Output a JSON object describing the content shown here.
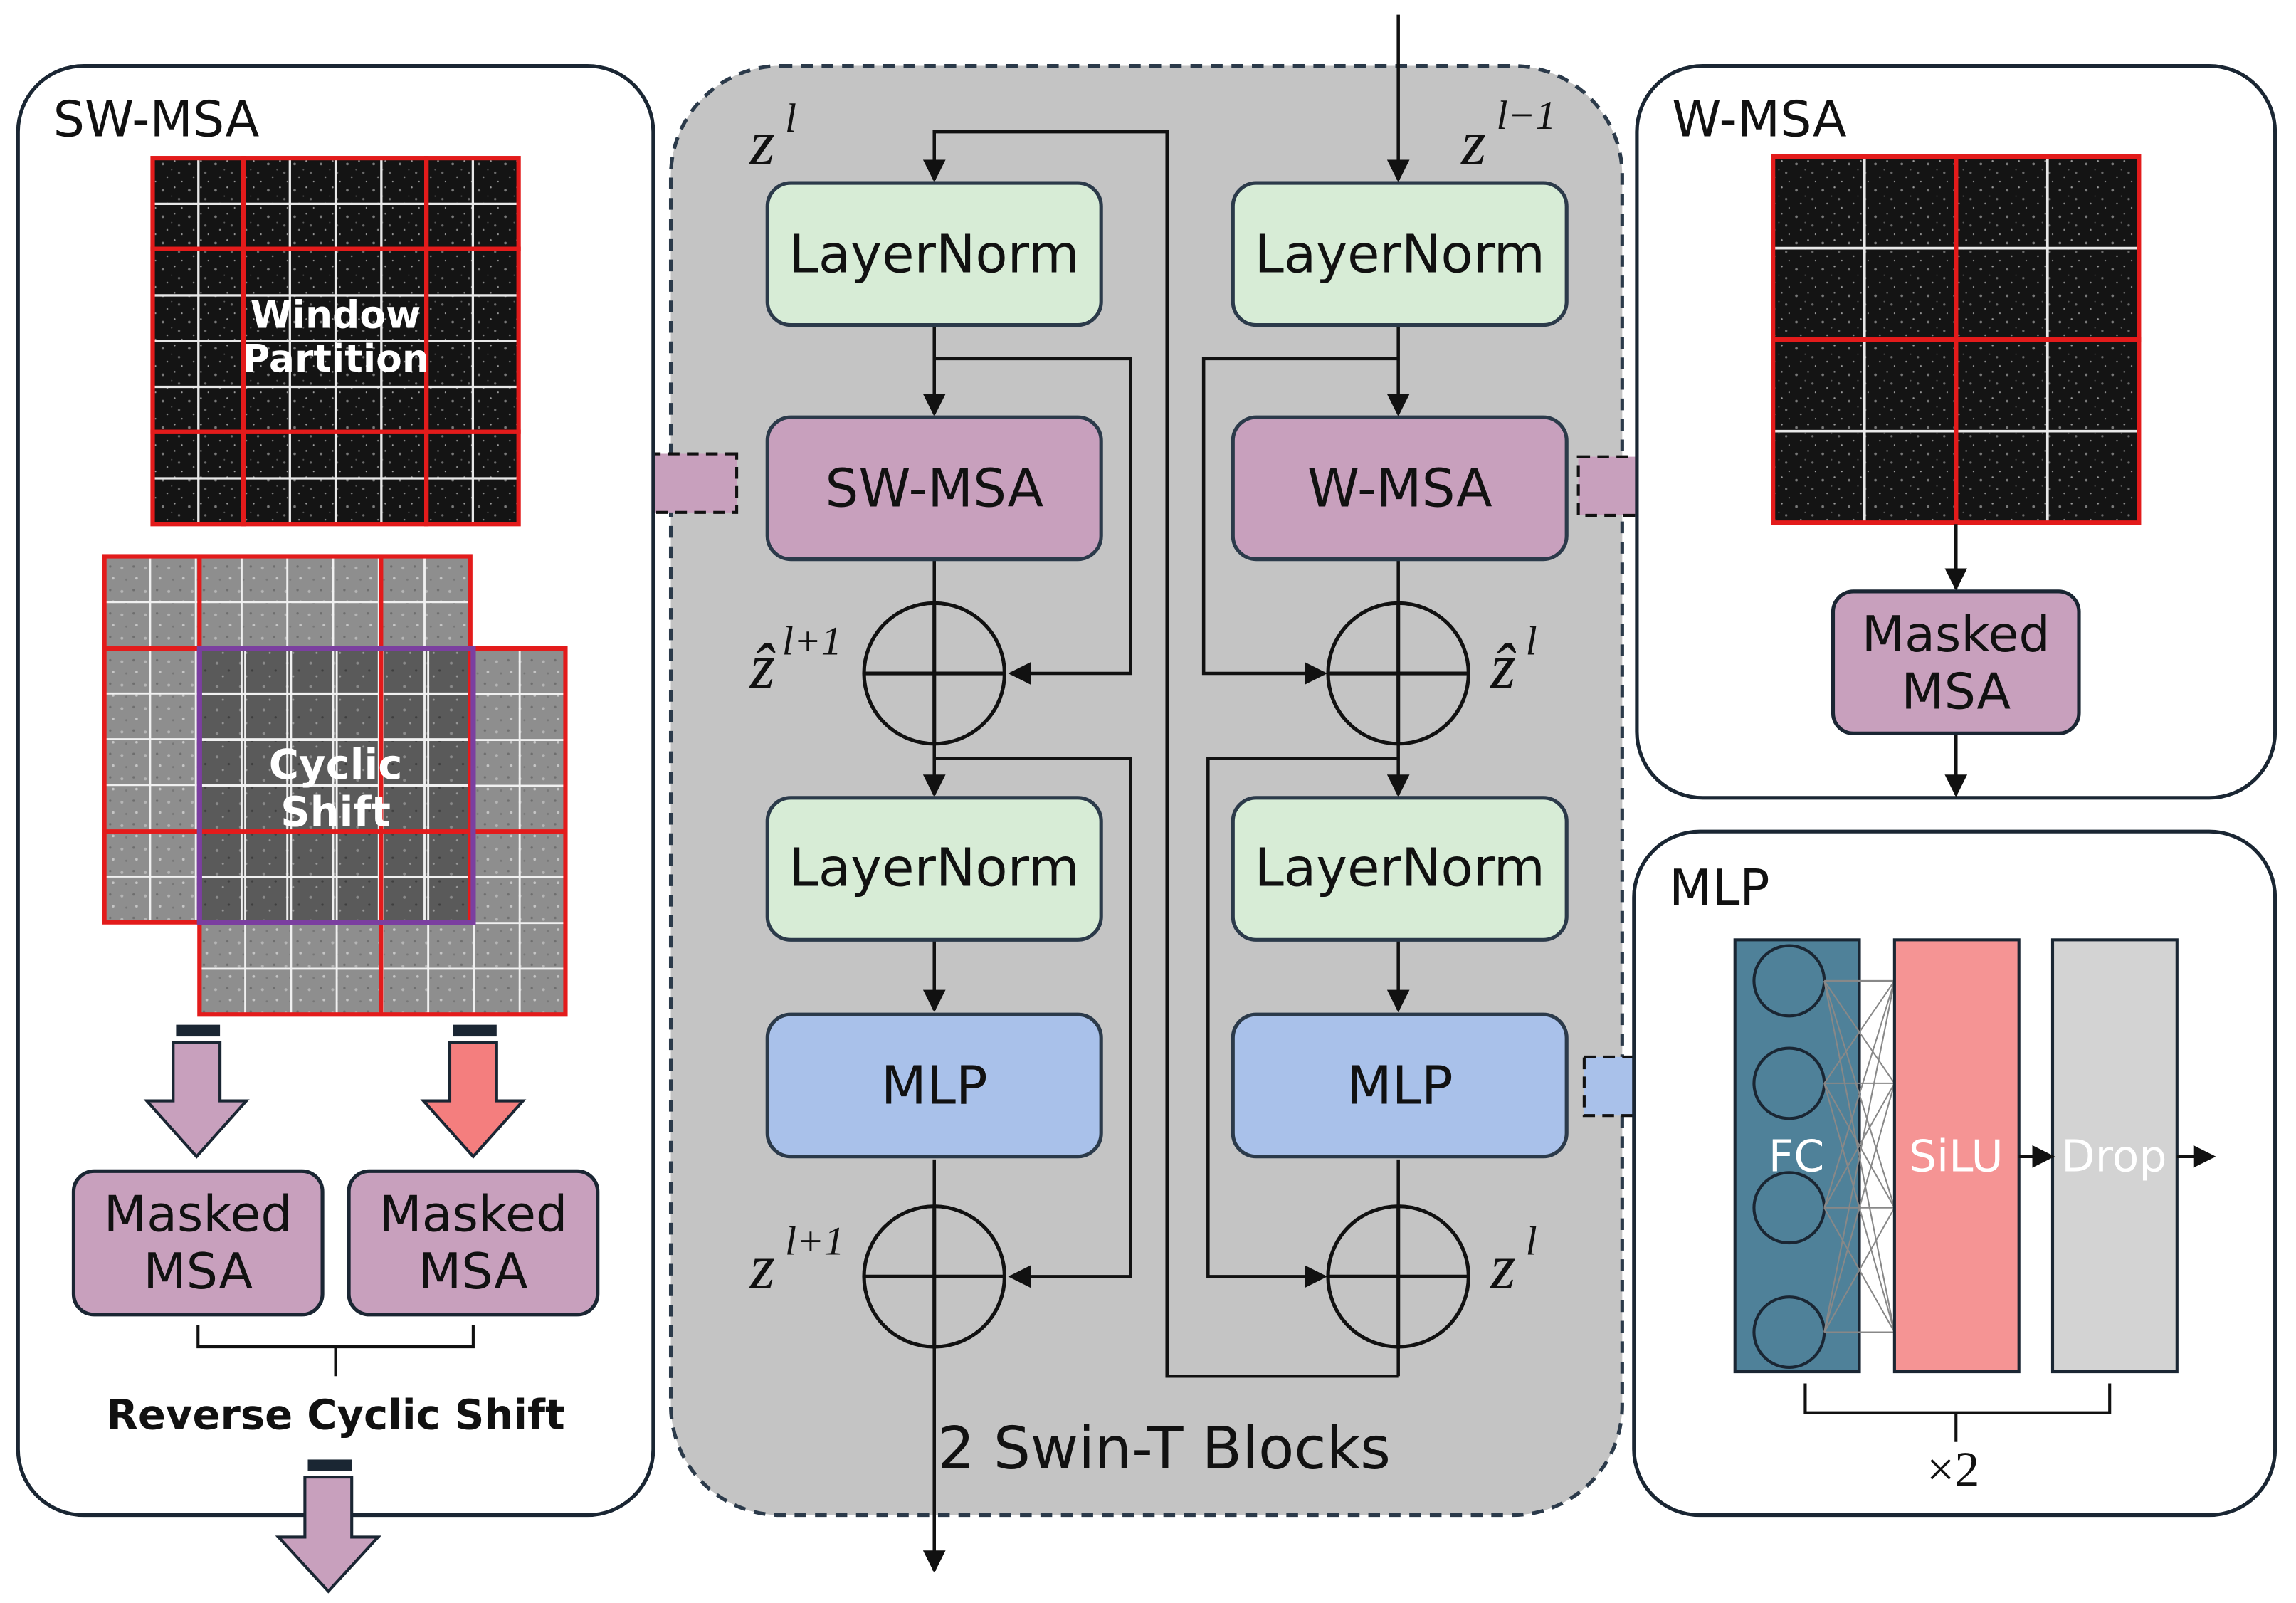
{
  "panels": {
    "sw_msa": {
      "title": "SW-MSA",
      "window_partition": "Window\nPartition",
      "cyclic_shift": "Cyclic\nShift",
      "masked_msa_left": "Masked\nMSA",
      "masked_msa_right": "Masked\nMSA",
      "reverse_shift": "Reverse Cyclic Shift"
    },
    "w_msa": {
      "title": "W-MSA",
      "masked_msa": "Masked\nMSA"
    },
    "mlp": {
      "title": "MLP",
      "fc": "FC",
      "silu": "SiLU",
      "drop": "Drop",
      "repeat": "×2"
    }
  },
  "center": {
    "caption": "2 Swin-T Blocks",
    "left_column": {
      "layernorm1": "LayerNorm",
      "attention": "SW-MSA",
      "layernorm2": "LayerNorm",
      "mlp": "MLP"
    },
    "right_column": {
      "layernorm1": "LayerNorm",
      "attention": "W-MSA",
      "layernorm2": "LayerNorm",
      "mlp": "MLP"
    },
    "math": {
      "z_l_top_left": {
        "base": "z",
        "sup": "l"
      },
      "z_lm1": {
        "base": "z",
        "sup": "l−1"
      },
      "zhat_lp1": {
        "base": "ẑ",
        "sup": "l+1"
      },
      "zhat_l": {
        "base": "ẑ",
        "sup": "l"
      },
      "z_lp1": {
        "base": "z",
        "sup": "l+1"
      },
      "z_l_bottom_right": {
        "base": "z",
        "sup": "l"
      }
    }
  },
  "colors": {
    "layernorm": "#d7ecd6",
    "attention": "#c8a0bd",
    "mlp_block": "#a9c1ea",
    "center_bg": "#c4c4c4",
    "fc": "#4f8199",
    "silu": "#f59494",
    "drop": "#d3d3d3",
    "grid_red": "#e31b1b",
    "shift_purple": "#7b3fa0",
    "arrow_purple": "#c8a0bd",
    "arrow_red": "#f47e7e",
    "arrow_blue": "#a9c1ea"
  }
}
